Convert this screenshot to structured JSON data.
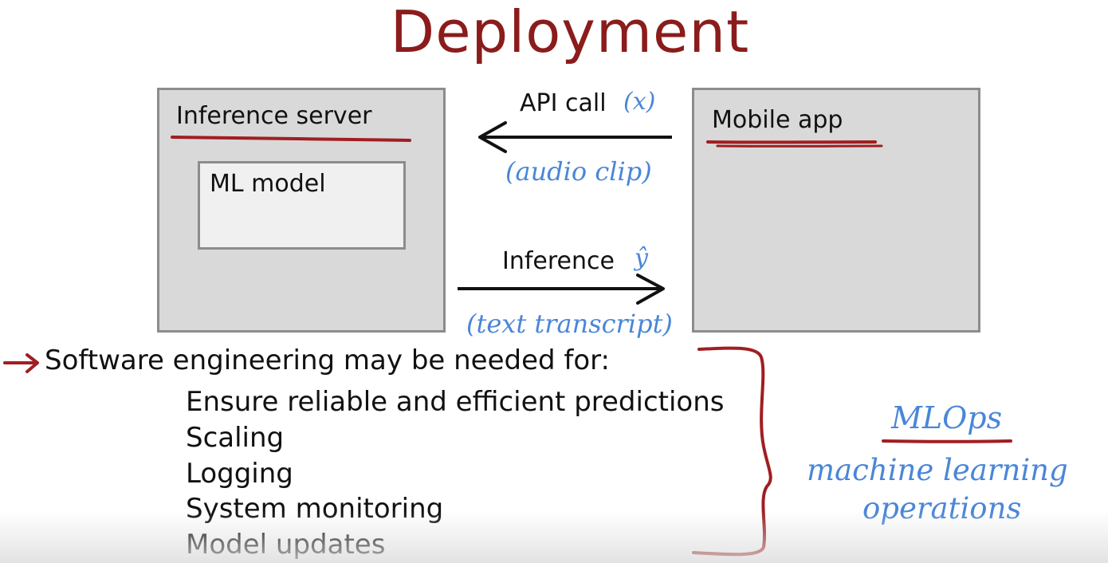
{
  "title": "Deployment",
  "server": {
    "label": "Inference server",
    "model_label": "ML model"
  },
  "mobile": {
    "label": "Mobile app"
  },
  "arrow_top": {
    "label": "API call",
    "symbol": "(x)",
    "note": "(audio clip)"
  },
  "arrow_bottom": {
    "label": "Inference",
    "symbol": "ŷ",
    "note": "(text transcript)"
  },
  "software": {
    "heading": "Software engineering may be needed for:",
    "items": [
      "Ensure reliable and efficient predictions",
      "Scaling",
      "Logging",
      "System monitoring",
      "Model updates"
    ]
  },
  "mlops": {
    "acronym": "MLOps",
    "line1": "machine learning",
    "line2": "operations"
  },
  "colors": {
    "title": "#8b1c1c",
    "annotation_red": "#a01e22",
    "annotation_blue": "#4a86d8",
    "box_fill": "#d9d9d9",
    "box_border": "#8c8c8c"
  }
}
